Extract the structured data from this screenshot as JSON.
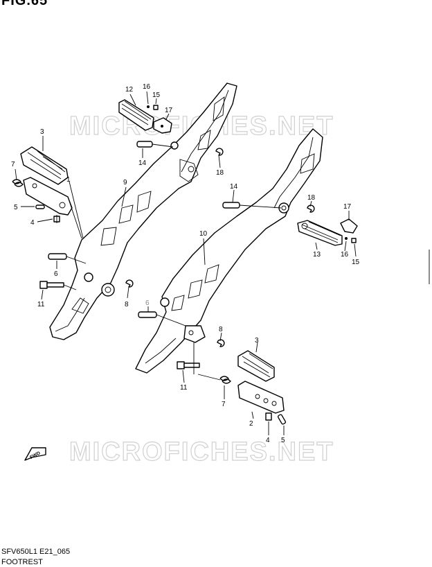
{
  "figure": {
    "label": "FIG.65",
    "code": "SFV650L1 E21_065",
    "title": "FOOTREST"
  },
  "watermarks": [
    "MICROFICHES.NET",
    "MICROFICHES.NET"
  ],
  "direction_arrow": {
    "label": "FWD"
  },
  "callouts": [
    "12",
    "16",
    "15",
    "17",
    "3",
    "14",
    "18",
    "9",
    "7",
    "1",
    "5",
    "4",
    "6",
    "11",
    "8",
    "14",
    "18",
    "17",
    "10",
    "13",
    "16",
    "15",
    "6",
    "8",
    "3",
    "11",
    "7",
    "2",
    "4",
    "5"
  ]
}
